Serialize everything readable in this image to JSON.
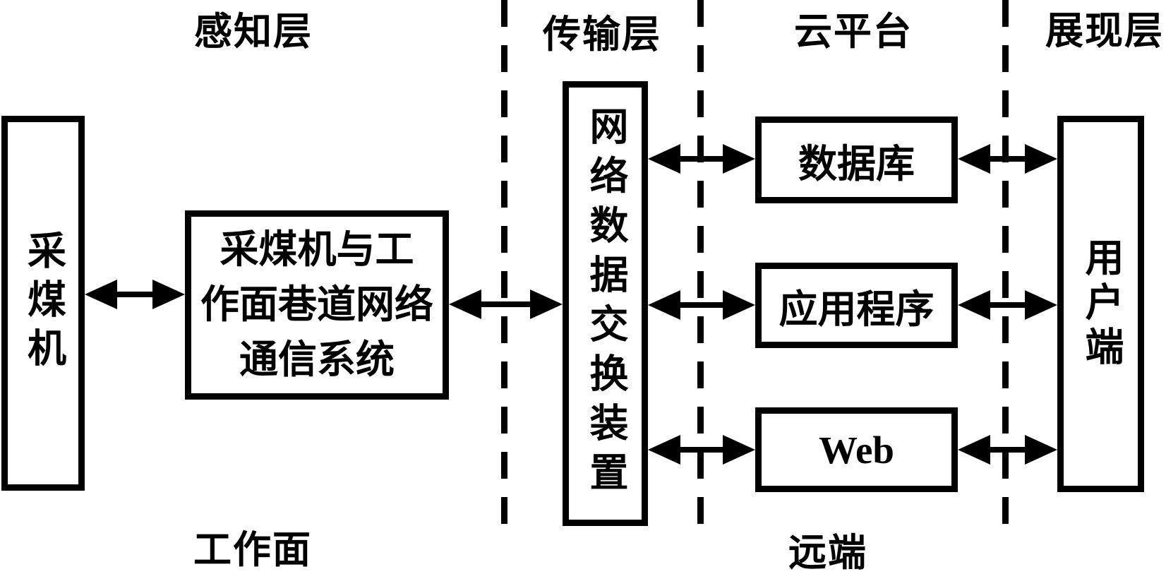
{
  "layers": {
    "perception": "感知层",
    "transmission": "传输层",
    "cloud": "云平台",
    "presentation": "展现层"
  },
  "zones": {
    "working_face": "工作面",
    "remote": "远端"
  },
  "nodes": {
    "shearer": "采煤机",
    "comm_system_lines": [
      "采煤机与工",
      "作面巷道网络",
      "通信系统"
    ],
    "exchange_device": "网络数据交换装置",
    "database": "数据库",
    "application": "应用程序",
    "web": "Web",
    "user_terminal": "用户端"
  },
  "colors": {
    "ink": "#000000",
    "background": "#ffffff"
  }
}
